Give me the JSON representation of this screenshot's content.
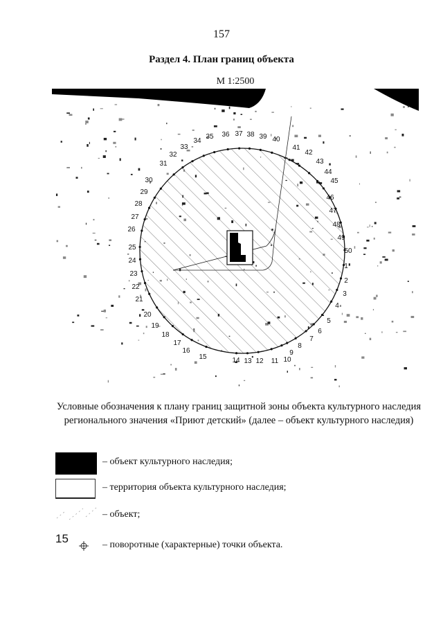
{
  "page_number": "157",
  "title": "Раздел 4. План границ объекта",
  "scale": "М 1:2500",
  "map": {
    "point_labels": [
      "1",
      "2",
      "3",
      "4",
      "5",
      "6",
      "7",
      "8",
      "9",
      "10",
      "11",
      "12",
      "13",
      "14",
      "15",
      "16",
      "17",
      "18",
      "19",
      "20",
      "21",
      "22",
      "23",
      "24",
      "25",
      "26",
      "27",
      "28",
      "29",
      "30",
      "31",
      "32",
      "33",
      "34",
      "35",
      "36",
      "37",
      "38",
      "39",
      "40",
      "41",
      "42",
      "43",
      "44",
      "45",
      "46",
      "47",
      "48",
      "49",
      "50"
    ],
    "colors": {
      "heritage_object": "#000000",
      "hatch": "#333333"
    }
  },
  "legend": {
    "title": "Условные обозначения к плану границ защитной зоны объекта культурного наследия регионального значения «Приют детский» (далее – объект культурного наследия)",
    "items": [
      {
        "label": "– объект культурного наследия;"
      },
      {
        "label": "– территория объекта культурного наследия;"
      },
      {
        "label": "– объект;"
      },
      {
        "label": "– поворотные (характерные) точки объекта.",
        "sample_number": "15"
      }
    ]
  }
}
